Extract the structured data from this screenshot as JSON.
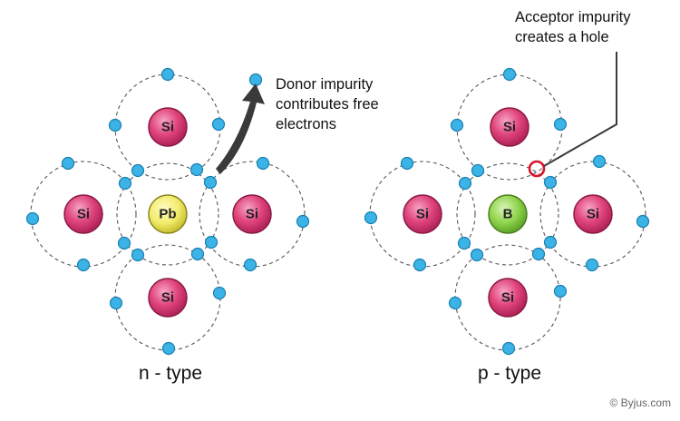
{
  "n_type": {
    "caption": "n - type",
    "center_atom": "Pb",
    "neighbor_atoms": [
      "Si",
      "Si",
      "Si",
      "Si"
    ],
    "annotation_lines": [
      "Donor impurity",
      "contributes free",
      "electrons"
    ]
  },
  "p_type": {
    "caption": "p - type",
    "center_atom": "B",
    "neighbor_atoms": [
      "Si",
      "Si",
      "Si",
      "Si"
    ],
    "annotation_lines": [
      "Acceptor impurity",
      "creates a hole"
    ]
  },
  "credit": "© Byjus.com",
  "colors": {
    "si_atom": "#e0457b",
    "pb_atom": "#f2ec6b",
    "b_atom": "#8ed34a",
    "electron": "#3bb3e6",
    "hole": "#d6142a",
    "arrow": "#3a3a3a"
  }
}
